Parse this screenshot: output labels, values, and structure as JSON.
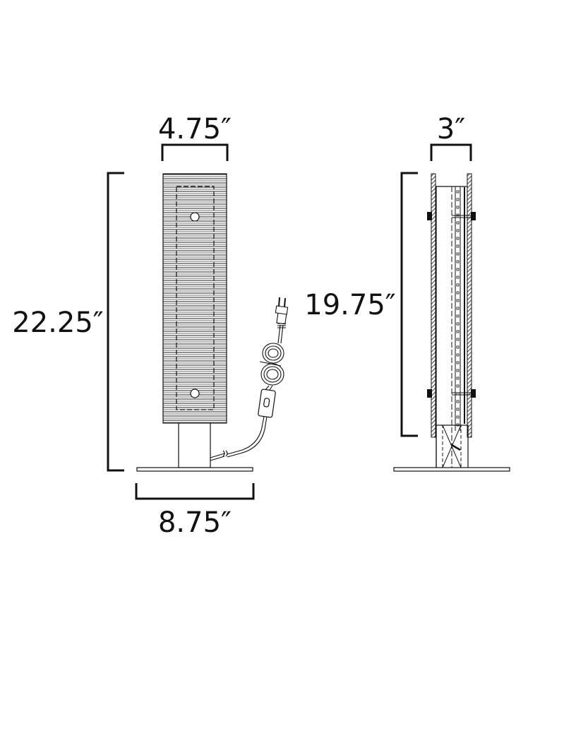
{
  "diagram": {
    "type": "product dimension drawing (table lamp)",
    "colors": {
      "line": "#111111",
      "background": "#ffffff",
      "hatch": "#555555"
    },
    "front_view": {
      "top_width_label": "4.75″",
      "overall_height_label": "22.25″",
      "base_width_label": "8.75″",
      "features": [
        "ribbed-shade",
        "mounting-holes",
        "stem",
        "base-plate",
        "power-cord",
        "inline-switch",
        "plug"
      ]
    },
    "side_view": {
      "depth_label": "3″",
      "shade_height_label": "19.75″",
      "features": [
        "hatched-shade-walls",
        "led-strip",
        "brackets",
        "stem",
        "base-plate"
      ]
    }
  }
}
